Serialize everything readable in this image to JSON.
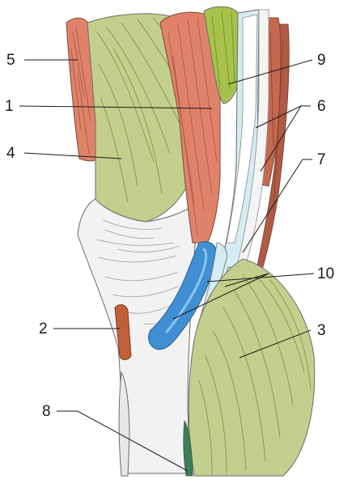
{
  "figure": {
    "callouts": [
      {
        "id": "1",
        "text": "1"
      },
      {
        "id": "2",
        "text": "2"
      },
      {
        "id": "3",
        "text": "3"
      },
      {
        "id": "4",
        "text": "4"
      },
      {
        "id": "5",
        "text": "5"
      },
      {
        "id": "6",
        "text": "6"
      },
      {
        "id": "7",
        "text": "7"
      },
      {
        "id": "8",
        "text": "8"
      },
      {
        "id": "9",
        "text": "9"
      },
      {
        "id": "10",
        "text": "10"
      }
    ],
    "colors": {
      "muscle_red": "#e0826a",
      "muscle_red_dark": "#a3563f",
      "muscle_green": "#c3cf8c",
      "muscle_green_dark": "#7d8f46",
      "tendon_blue": "#3f8fd2",
      "tendon_light": "#d4ecf2",
      "bone_white": "#f2f2f2",
      "outline": "#6b6b6b"
    }
  }
}
